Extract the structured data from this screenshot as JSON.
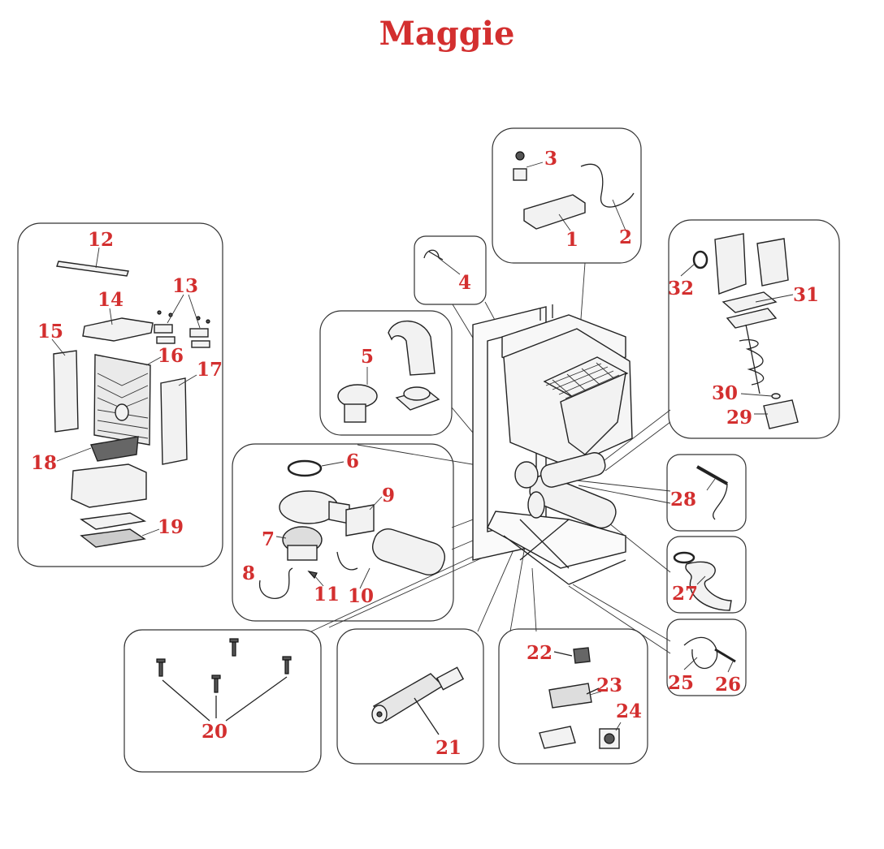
{
  "title": "Maggie",
  "colors": {
    "label": "#d32f2f",
    "title": "#d32f2f",
    "line": "#222222"
  },
  "labels": {
    "p1": "1",
    "p2": "2",
    "p3": "3",
    "p4": "4",
    "p5": "5",
    "p6": "6",
    "p7": "7",
    "p8": "8",
    "p9": "9",
    "p10": "10",
    "p11": "11",
    "p12": "12",
    "p13": "13",
    "p14": "14",
    "p15": "15",
    "p16": "16",
    "p17": "17",
    "p18": "18",
    "p19": "19",
    "p20": "20",
    "p21": "21",
    "p22": "22",
    "p23": "23",
    "p24": "24",
    "p25": "25",
    "p26": "26",
    "p27": "27",
    "p28": "28",
    "p29": "29",
    "p30": "30",
    "p31": "31",
    "p32": "32"
  }
}
